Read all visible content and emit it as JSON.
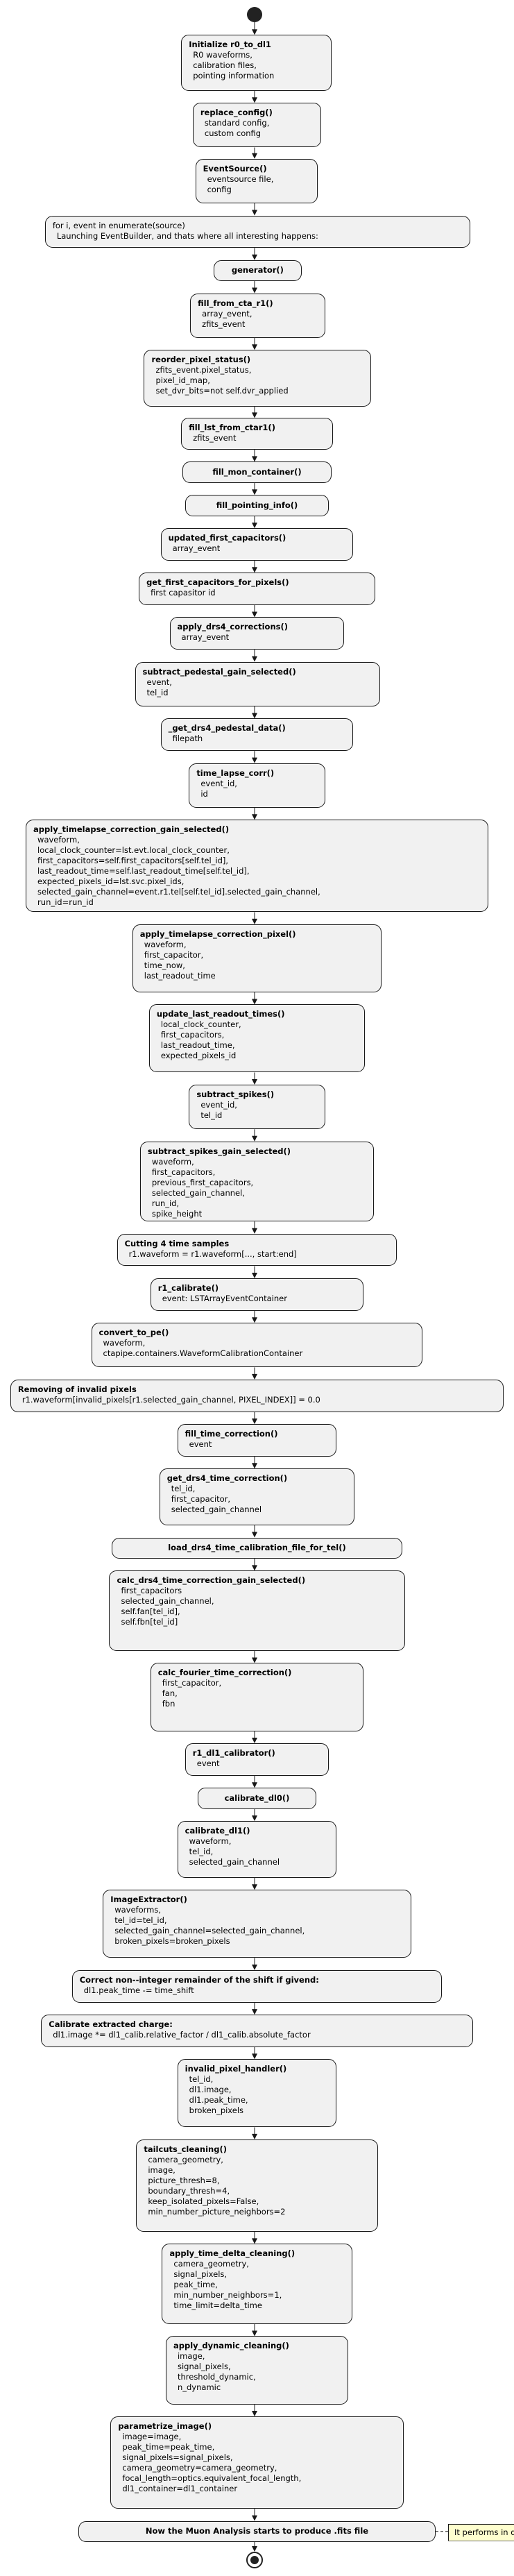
{
  "nodes": [
    {
      "title": "Initialize r0_to_dl1",
      "lines": [
        "R0 waveforms,",
        "calibration files,",
        "pointing information"
      ]
    },
    {
      "title": "replace_config()",
      "lines": [
        "standard config,",
        "custom config"
      ]
    },
    {
      "title": "EventSource()",
      "lines": [
        "eventsource file,",
        "config"
      ]
    },
    {
      "title": "",
      "lines": [
        "for i, event in enumerate(source)",
        "Launching EventBuilder, and thats where all interesting happens:"
      ]
    },
    {
      "title": "generator()",
      "lines": []
    },
    {
      "title": "fill_from_cta_r1()",
      "lines": [
        "array_event,",
        "zfits_event"
      ]
    },
    {
      "title": "reorder_pixel_status()",
      "lines": [
        "zfits_event.pixel_status,",
        "pixel_id_map,",
        "set_dvr_bits=not self.dvr_applied"
      ]
    },
    {
      "title": "fill_lst_from_ctar1()",
      "lines": [
        "zfits_event"
      ]
    },
    {
      "title": "fill_mon_container()",
      "lines": []
    },
    {
      "title": "fill_pointing_info()",
      "lines": []
    },
    {
      "title": "updated_first_capacitors()",
      "lines": [
        "array_event"
      ]
    },
    {
      "title": "get_first_capacitors_for_pixels()",
      "lines": [
        "first capasitor id"
      ]
    },
    {
      "title": "apply_drs4_corrections()",
      "lines": [
        "array_event"
      ]
    },
    {
      "title": "subtract_pedestal_gain_selected()",
      "lines": [
        "event,",
        "tel_id"
      ]
    },
    {
      "title": "_get_drs4_pedestal_data()",
      "lines": [
        "filepath"
      ]
    },
    {
      "title": "time_lapse_corr()",
      "lines": [
        "event_id,",
        "id"
      ]
    },
    {
      "title": "apply_timelapse_correction_gain_selected()",
      "lines": [
        "waveform,",
        "local_clock_counter=lst.evt.local_clock_counter,",
        "first_capacitors=self.first_capacitors[self.tel_id],",
        "last_readout_time=self.last_readout_time[self.tel_id],",
        "expected_pixels_id=lst.svc.pixel_ids,",
        "selected_gain_channel=event.r1.tel[self.tel_id].selected_gain_channel,",
        "run_id=run_id"
      ]
    },
    {
      "title": "apply_timelapse_correction_pixel()",
      "lines": [
        "waveform,",
        "first_capacitor,",
        "time_now,",
        "last_readout_time"
      ]
    },
    {
      "title": "update_last_readout_times()",
      "lines": [
        "local_clock_counter,",
        "first_capacitors,",
        "last_readout_time,",
        "expected_pixels_id"
      ]
    },
    {
      "title": "subtract_spikes()",
      "lines": [
        "event_id,",
        "tel_id"
      ]
    },
    {
      "title": "subtract_spikes_gain_selected()",
      "lines": [
        "waveform,",
        "first_capacitors,",
        "previous_first_capacitors,",
        "selected_gain_channel,",
        "run_id,",
        "spike_height"
      ]
    },
    {
      "title": "Cutting 4 time samples",
      "lines": [
        "r1.waveform = r1.waveform[..., start:end]"
      ]
    },
    {
      "title": "r1_calibrate()",
      "lines": [
        "event: LSTArrayEventContainer"
      ]
    },
    {
      "title": "convert_to_pe()",
      "lines": [
        "waveform,",
        "ctapipe.containers.WaveformCalibrationContainer"
      ]
    },
    {
      "title": "Removing of invalid pixels",
      "lines": [
        "r1.waveform[invalid_pixels[r1.selected_gain_channel, PIXEL_INDEX]] = 0.0"
      ]
    },
    {
      "title": "fill_time_correction()",
      "lines": [
        "event"
      ]
    },
    {
      "title": "get_drs4_time_correction()",
      "lines": [
        "tel_id,",
        "first_capacitor,",
        "selected_gain_channel"
      ]
    },
    {
      "title": "load_drs4_time_calibration_file_for_tel()",
      "lines": []
    },
    {
      "title": "calc_drs4_time_correction_gain_selected()",
      "lines": [
        "first_capacitors",
        "selected_gain_channel,",
        "self.fan[tel_id],",
        "self.fbn[tel_id]"
      ]
    },
    {
      "title": "calc_fourier_time_correction()",
      "lines": [
        "first_capacitor,",
        "fan,",
        "fbn"
      ]
    },
    {
      "title": "r1_dl1_calibrator()",
      "lines": [
        "event"
      ]
    },
    {
      "title": "calibrate_dl0()",
      "lines": []
    },
    {
      "title": "calibrate_dl1()",
      "lines": [
        "waveform,",
        "tel_id,",
        "selected_gain_channel"
      ]
    },
    {
      "title": "ImageExtractor()",
      "lines": [
        "waveforms,",
        "tel_id=tel_id,",
        "selected_gain_channel=selected_gain_channel,",
        "broken_pixels=broken_pixels"
      ]
    },
    {
      "title": "Correct non--integer remainder of the shift if givend:",
      "lines": [
        "dl1.peak_time -= time_shift"
      ]
    },
    {
      "title": "Calibrate extracted charge:",
      "lines": [
        "dl1.image *= dl1_calib.relative_factor / dl1_calib.absolute_factor"
      ]
    },
    {
      "title": "invalid_pixel_handler()",
      "lines": [
        "tel_id,",
        "dl1.image,",
        "dl1.peak_time,",
        "broken_pixels"
      ]
    },
    {
      "title": "tailcuts_cleaning()",
      "lines": [
        "camera_geometry,",
        "image,",
        "picture_thresh=8,",
        "boundary_thresh=4,",
        "keep_isolated_pixels=False,",
        "min_number_picture_neighbors=2"
      ]
    },
    {
      "title": "apply_time_delta_cleaning()",
      "lines": [
        "camera_geometry,",
        "signal_pixels,",
        "peak_time,",
        "min_number_neighbors=1,",
        "time_limit=delta_time"
      ]
    },
    {
      "title": "apply_dynamic_cleaning()",
      "lines": [
        "image,",
        "signal_pixels,",
        "threshold_dynamic,",
        "n_dynamic"
      ]
    },
    {
      "title": "parametrize_image()",
      "lines": [
        "image=image,",
        "peak_time=peak_time,",
        "signal_pixels=signal_pixels,",
        "camera_geometry=camera_geometry,",
        "focal_length=optics.equivalent_focal_length,",
        "dl1_container=dl1_container"
      ]
    },
    {
      "title": "Now the Muon Analysis starts to produce .fits file",
      "lines": []
    }
  ],
  "note": {
    "text": "It performs in different methods for data/sim"
  },
  "colors": {
    "node_fill": "#f1f1f1",
    "border": "#181818",
    "note_fill": "#fefece",
    "arrow": "#181818"
  }
}
